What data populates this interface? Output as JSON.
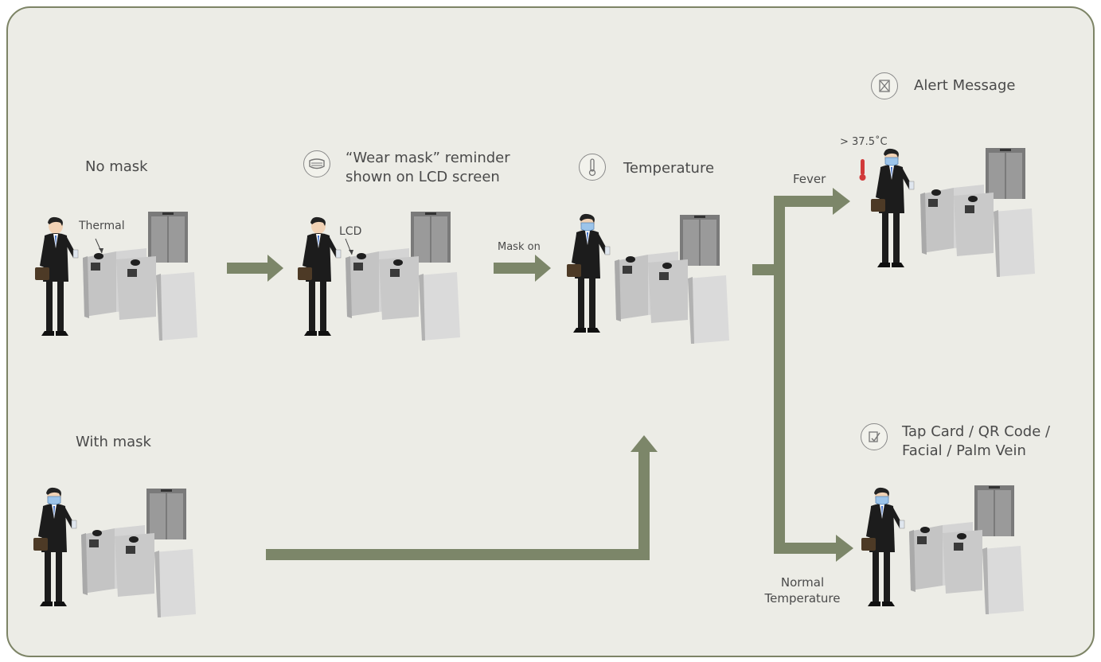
{
  "colors": {
    "arrow": "#7c8669",
    "border": "#7d8466",
    "background": "#ecece6",
    "text": "#4a4a4a"
  },
  "steps": {
    "no_mask": "No mask",
    "with_mask": "With mask",
    "reminder": [
      "“Wear mask” reminder",
      "shown on LCD screen"
    ],
    "temperature": "Temperature",
    "alert": "Alert Message",
    "access": [
      "Tap Card / QR Code /",
      "Facial / Palm Vein"
    ]
  },
  "callouts": {
    "thermal": "Thermal",
    "lcd": "LCD",
    "temp_threshold": "> 37.5˚C"
  },
  "transitions": {
    "mask_on": "Mask on",
    "fever": "Fever",
    "normal": [
      "Normal",
      "Temperature"
    ]
  },
  "icons": [
    "mask-icon",
    "thermometer-icon",
    "alert-icon",
    "access-icon"
  ]
}
